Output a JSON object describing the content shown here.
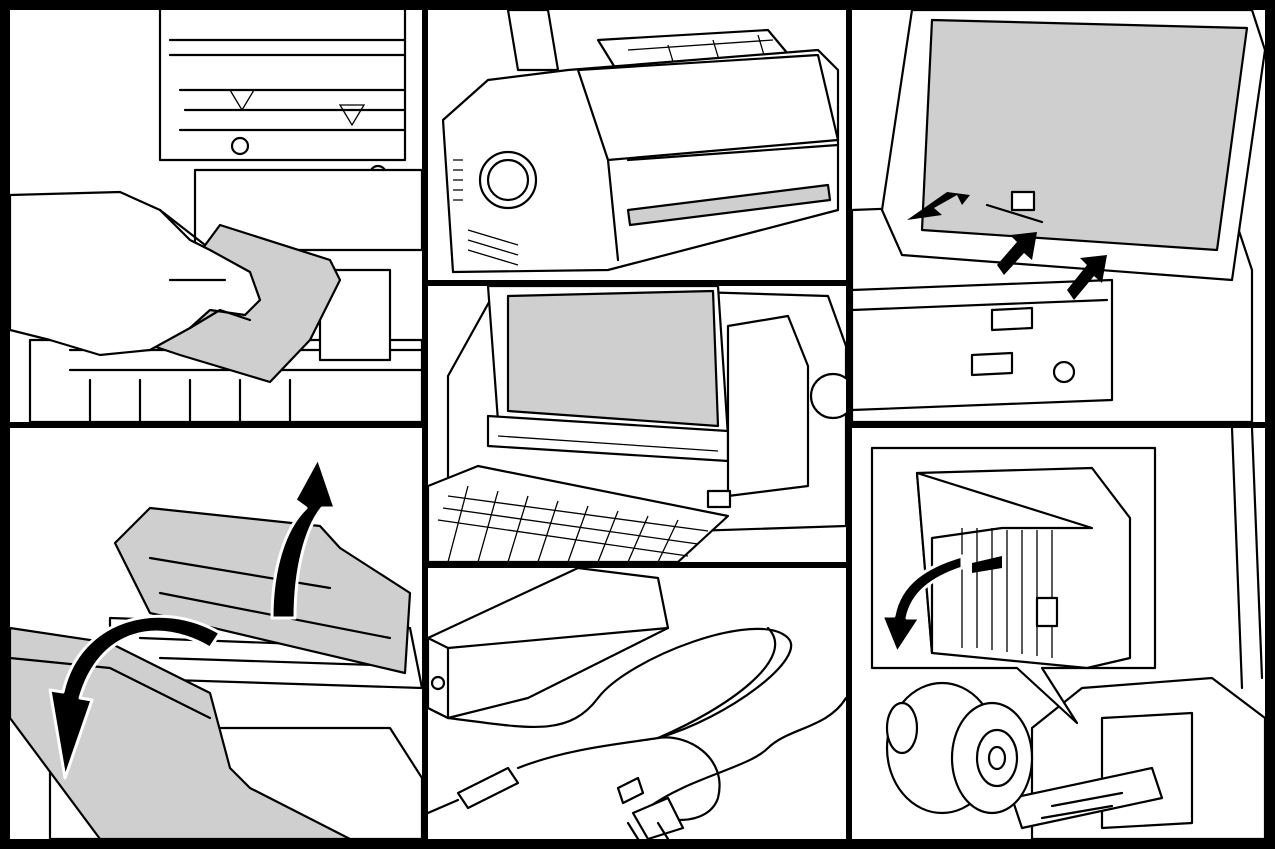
{
  "panels": [
    {
      "id": "clean-print-head",
      "icon": "hand-wiping-cloth-icon"
    },
    {
      "id": "printer-front-knob",
      "icon": "printer-icon"
    },
    {
      "id": "tablet-mount",
      "icon": "tablet-icon"
    },
    {
      "id": "pos-terminal-keyboard",
      "icon": "pos-terminal-icon"
    },
    {
      "id": "open-cover",
      "icon": "cover-open-icon"
    },
    {
      "id": "ac-adapter-cables",
      "icon": "power-adapter-icon"
    },
    {
      "id": "paper-roll-loading",
      "icon": "paper-roll-icon"
    }
  ],
  "colors": {
    "background": "#000000",
    "panel": "#ffffff",
    "fill_gray": "#cfcfcf"
  }
}
